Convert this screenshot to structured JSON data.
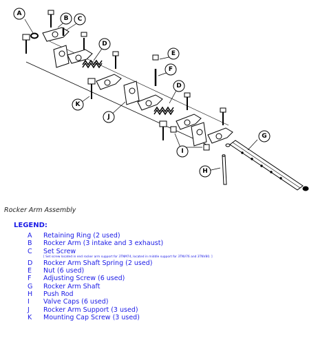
{
  "illustration": {
    "callouts": [
      "A",
      "B",
      "C",
      "D",
      "E",
      "F",
      "D",
      "G",
      "H",
      "I",
      "J",
      "K"
    ]
  },
  "caption": "Rocker Arm Assembly",
  "legend": {
    "title": "LEGEND:",
    "items": [
      {
        "key": "A",
        "text": "Retaining Ring (2 used)"
      },
      {
        "key": "B",
        "text": "Rocker Arm (3 intake and 3 exhaust)"
      },
      {
        "key": "C",
        "text": "Set Screw",
        "note": "[ Set screw located in end rocker arm support for 3TNM74, located in middle support for 3TNV76 and 3TNV80. ]"
      },
      {
        "key": "D",
        "text": "Rocker Arm Shaft Spring (2 used)"
      },
      {
        "key": "E",
        "text": "Nut (6 used)"
      },
      {
        "key": "F",
        "text": "Adjusting Screw (6 used)"
      },
      {
        "key": "G",
        "text": "Rocker Arm Shaft"
      },
      {
        "key": "H",
        "text": "Push Rod"
      },
      {
        "key": "I",
        "text": "Valve Caps (6 used)"
      },
      {
        "key": "J",
        "text": "Rocker Arm Support (3 used)"
      },
      {
        "key": "K",
        "text": "Mounting Cap Screw (3 used)"
      }
    ]
  }
}
